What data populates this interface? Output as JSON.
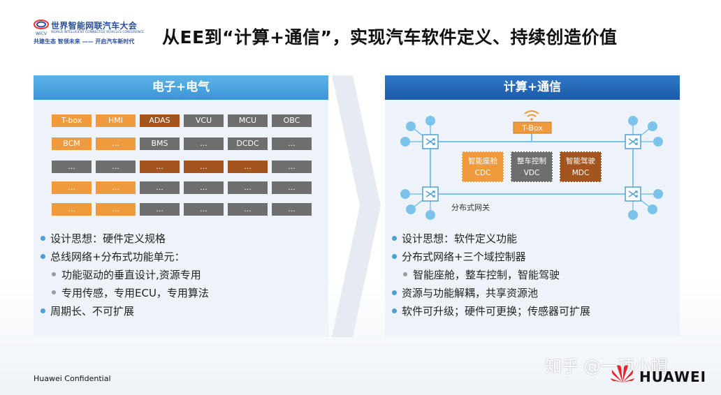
{
  "header": {
    "logo_line1": "世界智能网联汽车大会",
    "logo_line2": "WORLD INTELLIGENT CONNECTED VEHICLES CONFERENCE",
    "logo_line3": "共建生态 智领未来 —— 开启汽车新时代",
    "logo_mark": "WICV",
    "title": "从EE到“计算+通信”，实现汽车软件定义、持续创造价值"
  },
  "left_panel": {
    "title": "电子+电气",
    "grid": [
      [
        {
          "t": "T-box",
          "c": "orange"
        },
        {
          "t": "HMI",
          "c": "orange"
        },
        {
          "t": "ADAS",
          "c": "brown"
        },
        {
          "t": "VCU",
          "c": "gray"
        },
        {
          "t": "MCU",
          "c": "gray"
        },
        {
          "t": "OBC",
          "c": "gray"
        }
      ],
      [
        {
          "t": "BCM",
          "c": "orange"
        },
        {
          "t": "...",
          "c": "orange"
        },
        {
          "t": "BMS",
          "c": "gray"
        },
        {
          "t": "...",
          "c": "gray"
        },
        {
          "t": "DCDC",
          "c": "gray"
        },
        {
          "t": "...",
          "c": "gray"
        }
      ],
      [
        {
          "t": "...",
          "c": "gray"
        },
        {
          "t": "...",
          "c": "gray"
        },
        {
          "t": "...",
          "c": "brown"
        },
        {
          "t": "...",
          "c": "brown"
        },
        {
          "t": "...",
          "c": "brown"
        },
        {
          "t": "...",
          "c": "gray"
        }
      ],
      [
        {
          "t": "...",
          "c": "orange"
        },
        {
          "t": "...",
          "c": "orange"
        },
        {
          "t": "...",
          "c": "gray"
        },
        {
          "t": "...",
          "c": "gray"
        },
        {
          "t": "...",
          "c": "gray"
        },
        {
          "t": "...",
          "c": "gray"
        }
      ],
      [
        {
          "t": "...",
          "c": "orange"
        },
        {
          "t": "...",
          "c": "orange"
        },
        {
          "t": "...",
          "c": "gray"
        },
        {
          "t": "...",
          "c": "gray"
        },
        {
          "t": "...",
          "c": "gray"
        },
        {
          "t": "...",
          "c": "gray"
        }
      ]
    ],
    "bullets": [
      {
        "text": "设计思想：硬件定义规格",
        "level": 1
      },
      {
        "text": "总线网络+分布式功能单元：",
        "level": 1
      },
      {
        "text": "功能驱动的垂直设计,资源专用",
        "level": 2
      },
      {
        "text": "专用传感，专用ECU，专用算法",
        "level": 2
      },
      {
        "text": "周期长、不可扩展",
        "level": 1
      }
    ]
  },
  "right_panel": {
    "title": "计算+通信",
    "tbox": "T-Box",
    "controllers": [
      {
        "name": "智能座舱",
        "code": "CDC",
        "color": "#ee9a3d"
      },
      {
        "name": "整车控制",
        "code": "VDC",
        "color": "#6e6e6e"
      },
      {
        "name": "智能驾驶",
        "code": "MDC",
        "color": "#a4541f"
      }
    ],
    "network_label": "分布式网关",
    "bullets": [
      {
        "text": "设计思想：软件定义功能",
        "level": 1
      },
      {
        "text": "分布式网络+三个域控制器",
        "level": 1
      },
      {
        "text": "智能座舱，整车控制，智能驾驶",
        "level": 2
      },
      {
        "text": "资源与功能解耦，共享资源池",
        "level": 1
      },
      {
        "text": "软件可升级；硬件可更换；传感器可扩展",
        "level": 1
      }
    ]
  },
  "footer": {
    "confidential": "Huawei Confidential",
    "watermark": "知乎 @一顶小帽",
    "brand": "HUAWEI"
  },
  "colors": {
    "accent_blue": "#3b95d6",
    "dark_blue": "#1c5aa8",
    "orange": "#ee9a3d",
    "brown": "#a4541f",
    "gray": "#6e6e6e",
    "node": "#7cc3ec"
  }
}
